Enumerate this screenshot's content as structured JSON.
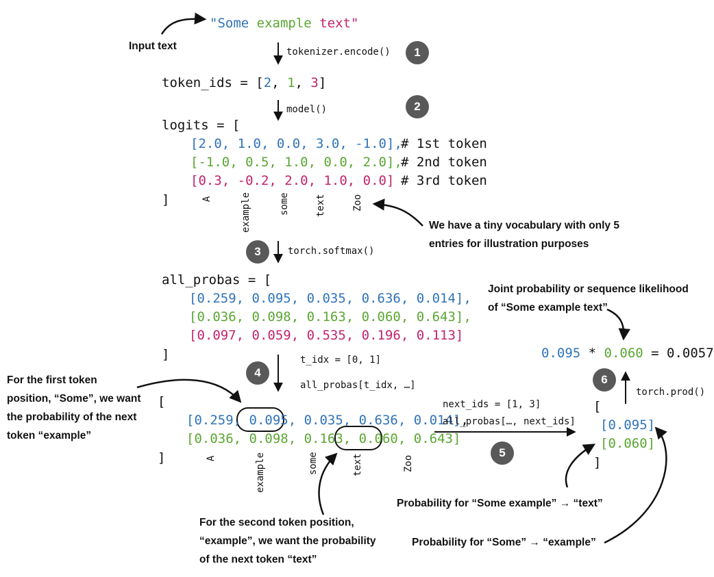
{
  "input": {
    "caption": "Input text",
    "quote_open": "\"",
    "w1": "Some",
    "w2": "example",
    "w3": "text",
    "quote_close": "\""
  },
  "steps": {
    "s1": "1",
    "s2": "2",
    "s3": "3",
    "s4": "4",
    "s5": "5",
    "s6": "6"
  },
  "ops": {
    "encode": "tokenizer.encode()",
    "model": "model()",
    "softmax": "torch.softmax()",
    "t_idx": "t_idx = [0, 1]",
    "all_probas_idx": "all_probas[t_idx, …]",
    "next_ids": "next_ids = [1, 3]",
    "all_probas_next": "all_probas[…, next_ids]",
    "prod": "torch.prod()"
  },
  "token_ids": {
    "prefix": "token_ids = [",
    "id1": "2",
    "sep1": ", ",
    "id2": "1",
    "sep2": ", ",
    "id3": "3",
    "suffix": "]"
  },
  "logits": {
    "open": "logits = [",
    "row1": "[2.0, 1.0, 0.0, 3.0, -1.0],",
    "row2": "[-1.0, 0.5, 1.0, 0.0, 2.0],",
    "row3": "[0.3, -0.2, 2.0, 1.0, 0.0]",
    "comment1": "# 1st token",
    "comment2": "# 2nd token",
    "comment3": "# 3rd token",
    "close": "]"
  },
  "vocab": [
    "A",
    "example",
    "some",
    "text",
    "Zoo"
  ],
  "vocab_note": "We have a tiny vocabulary with only 5\nentries for illustration purposes",
  "all_probas": {
    "open": "all_probas = [",
    "row1": "[0.259, 0.095, 0.035, 0.636, 0.014],",
    "row2": "[0.036, 0.098, 0.163, 0.060, 0.643],",
    "row3": "[0.097, 0.059, 0.535, 0.196, 0.113]",
    "close": "]"
  },
  "selected": {
    "open": "[",
    "r1_a": "[0.259, ",
    "r1_b": "0.095,",
    "r1_c": " 0.035, 0.636, 0.014]",
    "r1_comma": ",",
    "r2_a": "[0.036, 0.098, 0.163, ",
    "r2_b": "0.060,",
    "r2_c": " 0.643]",
    "close": "]"
  },
  "result": {
    "open": "[",
    "v1": "[0.095]",
    "v2": "[0.060]",
    "close": "]"
  },
  "joint": {
    "a": "0.095",
    "times": " * ",
    "b": "0.060",
    "eq": " = 0.0057",
    "note": "Joint probability or sequence likelihood\nof “Some example text”"
  },
  "notes": {
    "first_token": "For the first token\nposition, “Some”, we want\nthe probability of the next\ntoken “example”",
    "second_token": "For the second token position,\n“example”, we want the probability\nof the next token “text”",
    "prob_text": "Probability for “Some example” → “text”",
    "prob_example": "Probability for “Some” → “example”"
  },
  "colors": {
    "blue": "#2f73b8",
    "green": "#5aa632",
    "magenta": "#c0246f",
    "step_circle": "#595959"
  }
}
